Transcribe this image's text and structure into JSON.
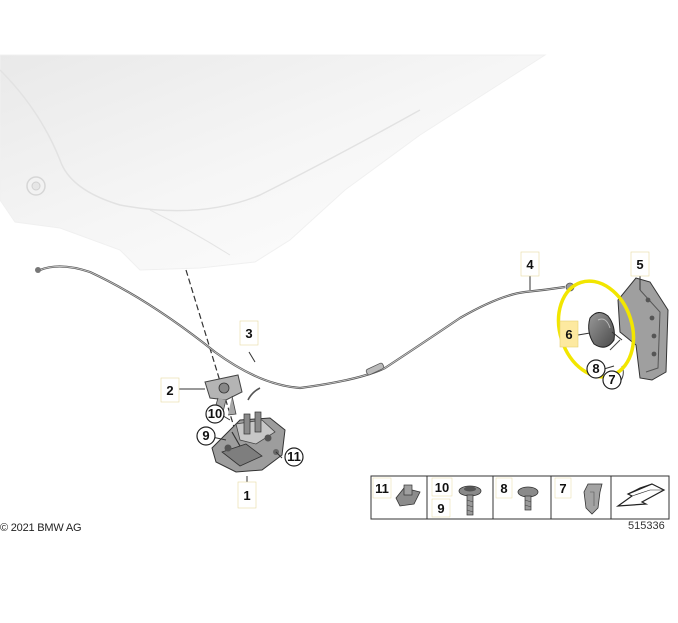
{
  "callouts": {
    "c1": "1",
    "c2": "2",
    "c3": "3",
    "c4": "4",
    "c5": "5",
    "c6": "6",
    "c7": "7",
    "c8": "8",
    "c9": "9",
    "c10": "10",
    "c11": "11"
  },
  "parts_table": {
    "p11": "11",
    "p10": "10",
    "p9": "9",
    "p8": "8",
    "p7": "7"
  },
  "copyright": "© 2021 BMW AG",
  "diagram_number": "515336",
  "highlight_color": "#f2e600",
  "highlight_fill": "#fde9a0"
}
